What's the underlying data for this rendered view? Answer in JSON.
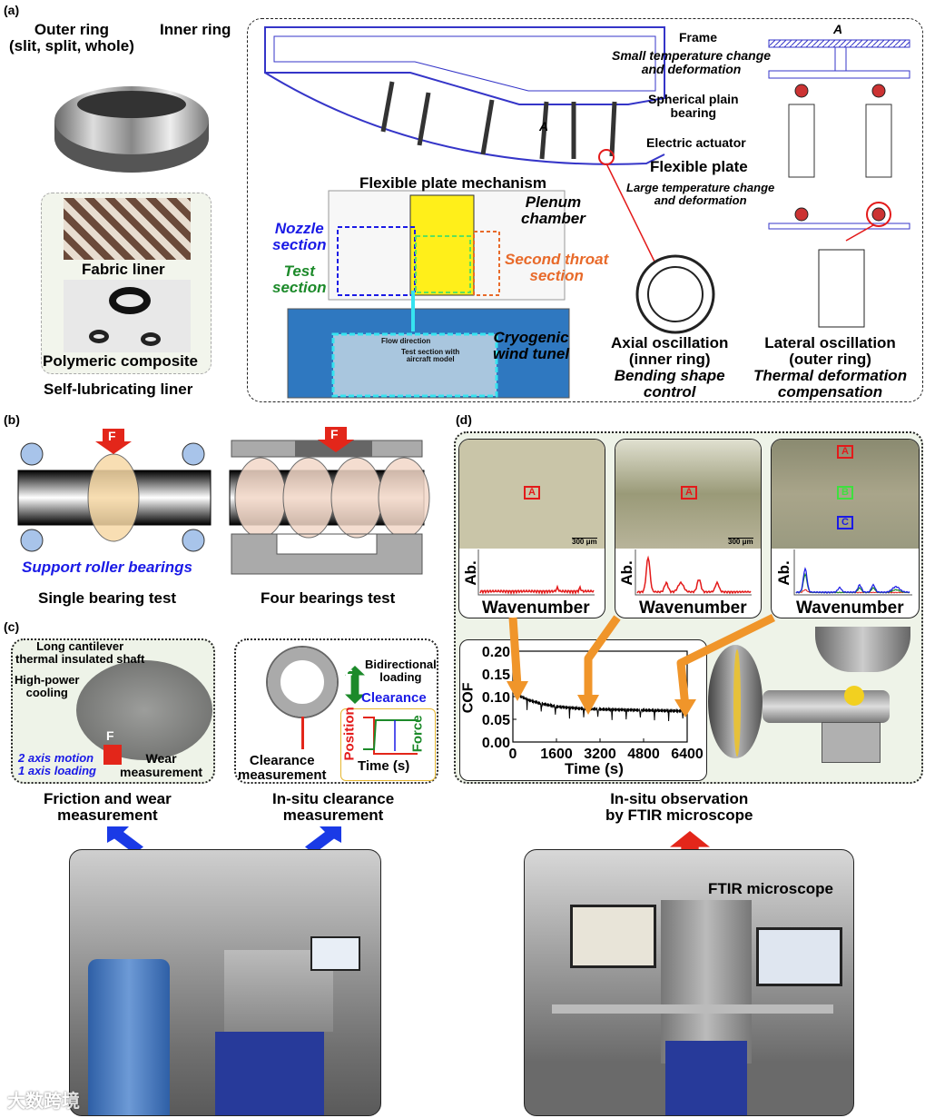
{
  "panels": {
    "a": "(a)",
    "b": "(b)",
    "c": "(c)",
    "d": "(d)"
  },
  "a": {
    "outer_ring": "Outer ring",
    "outer_ring_types": "(slit, split, whole)",
    "inner_ring": "Inner ring",
    "fabric_liner": "Fabric liner",
    "polymeric": "Polymeric composite",
    "self_lub": "Self-lubricating liner",
    "frame": "Frame",
    "small_temp": "Small temperature change",
    "small_temp2": "and deformation",
    "section_mark": "A",
    "section_mark2": "A",
    "spherical": "Spherical plain",
    "spherical2": "bearing",
    "actuator": "Electric actuator",
    "flex_plate": "Flexible plate",
    "large_temp": "Large temperature change",
    "large_temp2": "and deformation",
    "flex_mech": "Flexible plate mechanism",
    "nozzle": "Nozzle",
    "nozzle2": "section",
    "test": "Test",
    "test2": "section",
    "plenum": "Plenum",
    "plenum2": "chamber",
    "second_throat": "Second throat",
    "second_throat2": "section",
    "flow_dir": "Flow direction",
    "test_section_model": "Test section with",
    "test_section_model2": "aircraft model",
    "cryo": "Cryogenic",
    "cryo2": "wind tunel",
    "axial": "Axial oscillation",
    "axial2": "(inner ring)",
    "axial3": "Bending shape",
    "axial4": "control",
    "lateral": "Lateral oscillation",
    "lateral2": "(outer ring)",
    "lateral3": "Thermal deformation",
    "lateral4": "compensation"
  },
  "b": {
    "force": "F",
    "force2": "F",
    "support": "Support roller bearings",
    "single": "Single bearing test",
    "four": "Four bearings test"
  },
  "c": {
    "cantilever": "Long cantilever",
    "cantilever2": "thermal insulated shaft",
    "cooling": "High-power",
    "cooling2": "cooling",
    "motion": "2 axis motion",
    "loading": "1 axis loading",
    "wear": "Wear",
    "wear2": "measurement",
    "force": "F",
    "force2": "F",
    "bidir": "Bidirectional",
    "bidir2": "loading",
    "clearance": "Clearance",
    "position": "Position",
    "force_axis": "Force",
    "time": "Time (s)",
    "clear_meas": "Clearance",
    "clear_meas2": "measurement",
    "caption1": "Friction and wear",
    "caption1b": "measurement",
    "caption2": "In-situ clearance",
    "caption2b": "measurement"
  },
  "d": {
    "scale": "300 μm",
    "scale2": "300 μm",
    "ab": "Ab.",
    "wavenumber": "Wavenumber",
    "mark_a": "A",
    "mark_b": "B",
    "mark_c": "C",
    "caption": "In-situ observation",
    "caption2": "by FTIR microscope",
    "ftir": "FTIR microscope"
  },
  "colors": {
    "blue": "#1a1ae6",
    "green": "#1c8a2a",
    "orange": "#f0952a",
    "red": "#e31a1a"
  },
  "watermark": "大数跨境",
  "chart_data": {
    "type": "line",
    "xlabel": "Time (s)",
    "ylabel": "COF",
    "xlim": [
      0,
      6400
    ],
    "ylim": [
      0,
      0.2
    ],
    "xticks": [
      "0",
      "1600",
      "3200",
      "4800",
      "6400"
    ],
    "yticks": [
      "0.00",
      "0.05",
      "0.10",
      "0.15",
      "0.20"
    ],
    "x": [
      0,
      100,
      300,
      600,
      1000,
      1600,
      2400,
      3200,
      4000,
      4800,
      5600,
      6400
    ],
    "y": [
      0.125,
      0.11,
      0.1,
      0.092,
      0.085,
      0.078,
      0.074,
      0.072,
      0.071,
      0.07,
      0.069,
      0.068
    ],
    "color": "#000000",
    "grid": false
  }
}
